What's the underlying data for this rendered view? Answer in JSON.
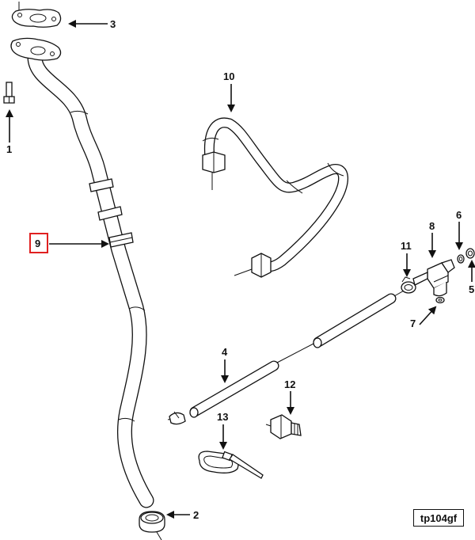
{
  "diagram": {
    "reference_code": "tp104gf",
    "highlight_color": "#e02020",
    "highlighted_callout": "9",
    "callouts": [
      {
        "id": "1",
        "label": "1"
      },
      {
        "id": "2",
        "label": "2"
      },
      {
        "id": "3",
        "label": "3"
      },
      {
        "id": "4",
        "label": "4"
      },
      {
        "id": "5",
        "label": "5"
      },
      {
        "id": "6",
        "label": "6"
      },
      {
        "id": "7",
        "label": "7"
      },
      {
        "id": "8",
        "label": "8"
      },
      {
        "id": "9",
        "label": "9"
      },
      {
        "id": "10",
        "label": "10"
      },
      {
        "id": "11",
        "label": "11"
      },
      {
        "id": "12",
        "label": "12"
      },
      {
        "id": "13",
        "label": "13"
      }
    ]
  }
}
